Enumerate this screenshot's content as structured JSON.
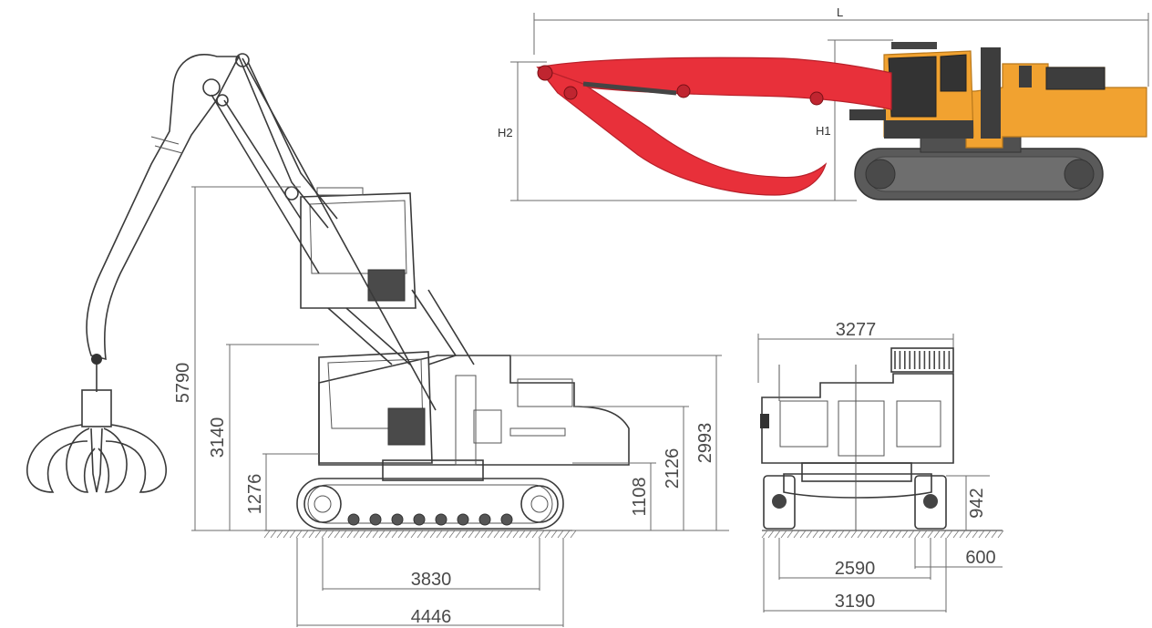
{
  "colors": {
    "boom": "#e8303a",
    "boom_dark": "#b8202a",
    "body": "#f1a230",
    "body_dark": "#c97e18",
    "track": "#555555",
    "cab": "#3b3b3b"
  },
  "labels": {
    "L": "L",
    "H1": "H1",
    "H2": "H2"
  },
  "dims": {
    "d5790": "5790",
    "d3140": "3140",
    "d1276": "1276",
    "d1108": "1108",
    "d2126": "2126",
    "d2993": "2993",
    "d3830": "3830",
    "d4446": "4446",
    "d3277": "3277",
    "d942": "942",
    "d600": "600",
    "d2590": "2590",
    "d3190": "3190"
  }
}
